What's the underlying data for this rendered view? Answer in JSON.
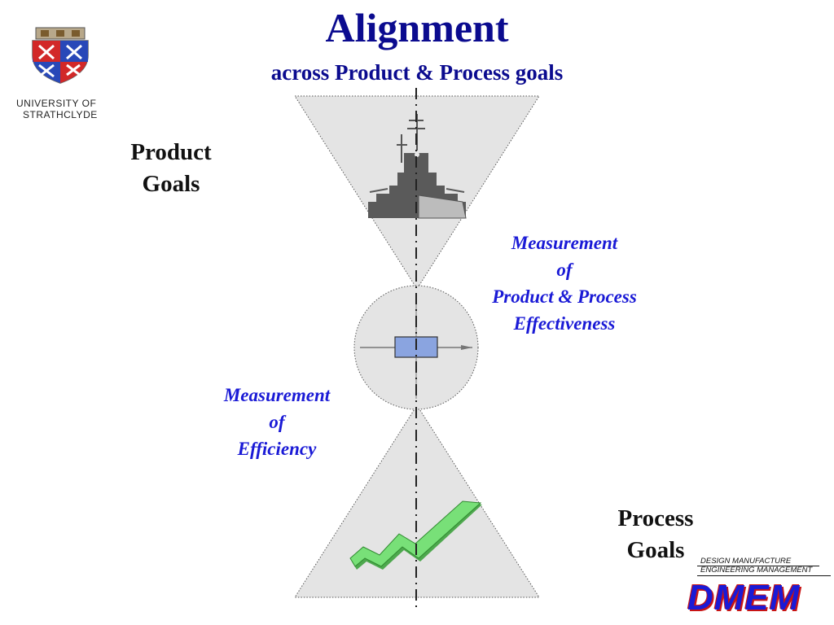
{
  "title": "Alignment",
  "subtitle": "across Product & Process goals",
  "logo_university": {
    "line1": "UNIVERSITY OF",
    "line2": "STRATHCLYDE"
  },
  "labels": {
    "product_goals": [
      "Product",
      "Goals"
    ],
    "process_goals": [
      "Process",
      "Goals"
    ],
    "measure_effectiveness": [
      "Measurement",
      "of",
      "Product & Process",
      "Effectiveness"
    ],
    "measure_efficiency": [
      "Measurement",
      "of",
      "Efficiency"
    ]
  },
  "logo_dmem": {
    "line1": "DESIGN MANUFACTURE",
    "line2": "ENGINEERING MANAGEMENT",
    "wordmark": "DMEM"
  },
  "colors": {
    "title": "#0b0b8f",
    "measurement_text": "#1a1ad6",
    "cone_fill": "#e4e4e4",
    "ship": "#5a5a5a",
    "arrow": "#6fd86f",
    "center_box": "#8aa4e0",
    "dmem_red": "#c81414"
  },
  "icons": {
    "top_cone": "battleship-icon",
    "center": "crosshair-box-icon",
    "bottom_cone": "growth-arrow-icon",
    "crest": "university-crest-icon"
  }
}
